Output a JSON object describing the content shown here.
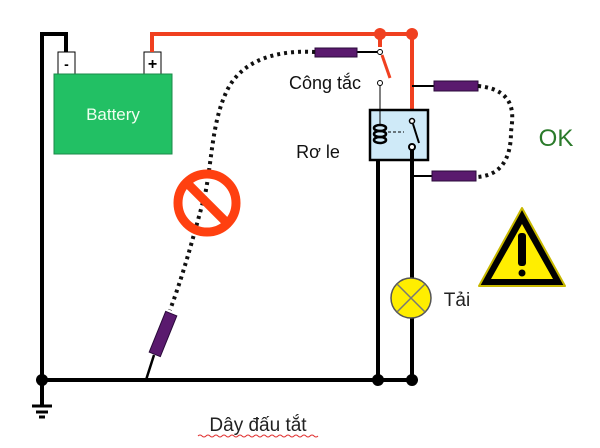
{
  "battery": {
    "label": "Battery",
    "negative_terminal": "-",
    "positive_terminal": "+",
    "color": "#22c064"
  },
  "labels": {
    "switch": "Công tắc",
    "relay": "Rơ le",
    "ok": "OK",
    "load": "Tải",
    "jumper_wire": "Dây đấu tắt"
  },
  "colors": {
    "positive_wire": "#f04020",
    "ground_wire": "#000000",
    "connector": "#5a1a6e",
    "relay_fill": "#cfeaf8",
    "lamp_fill": "#ffee00",
    "ok_text": "#2a7a2a",
    "prohibited": "#ff4010",
    "warning_fill": "#ffee00"
  },
  "icons": {
    "prohibited": "prohibited-icon",
    "warning": "warning-icon",
    "ground": "ground-icon",
    "lamp": "lamp-icon",
    "relay_coil": "relay-coil-icon"
  }
}
